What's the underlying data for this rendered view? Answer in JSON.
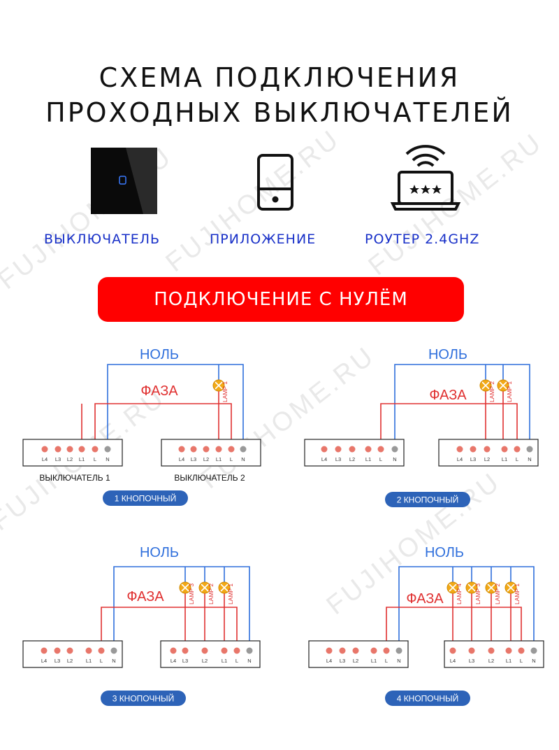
{
  "title": {
    "line1": "СХЕМА ПОДКЛЮЧЕНИЯ",
    "line2": "ПРОХОДНЫХ ВЫКЛЮЧАТЕЛЕЙ"
  },
  "icons": [
    {
      "name": "switch-icon",
      "label": "ВЫКЛЮЧАТЕЛЬ"
    },
    {
      "name": "phone-app-icon",
      "label": "ПРИЛОЖЕНИЕ"
    },
    {
      "name": "wifi-router-icon",
      "label": "РОУТЕР 2.4GHZ"
    }
  ],
  "banner": "ПОДКЛЮЧЕНИЕ С НУЛЁМ",
  "labels": {
    "neutral": "НОЛЬ",
    "phase": "ФАЗА"
  },
  "colors": {
    "neutral": "#2f6fdc",
    "phase": "#e03030",
    "terminal": "#e8766a",
    "neutral_terminal": "#999999",
    "badge": "#2d63b8",
    "banner": "#ff0000",
    "lamp": "#f2a916"
  },
  "watermark": "FUJIHOME.RU",
  "diagrams": [
    {
      "badge": "1 КНОПОЧНЫЙ",
      "switch_labels": [
        "ВЫКЛЮЧАТЕЛЬ 1",
        "ВЫКЛЮЧАТЕЛЬ 2"
      ],
      "terminals": [
        "L4",
        "L3",
        "L2",
        "L1",
        "L",
        "N"
      ],
      "lamps": [
        "LAMP 1"
      ]
    },
    {
      "badge": "2 КНОПОЧНЫЙ",
      "switch_labels": [
        "",
        ""
      ],
      "terminals": [
        "L4",
        "L3",
        "L2",
        "L1",
        "L",
        "N"
      ],
      "lamps": [
        "LAMP 2",
        "LAMP 1"
      ]
    },
    {
      "badge": "3 КНОПОЧНЫЙ",
      "switch_labels": [
        "",
        ""
      ],
      "terminals": [
        "L4",
        "L3",
        "L2",
        "L1",
        "L",
        "N"
      ],
      "lamps": [
        "LAMP 3",
        "LAMP 2",
        "LAMP 1"
      ]
    },
    {
      "badge": "4 КНОПОЧНЫЙ",
      "switch_labels": [
        "",
        ""
      ],
      "terminals": [
        "L4",
        "L3",
        "L2",
        "L1",
        "L",
        "N"
      ],
      "lamps": [
        "LAMP 4",
        "LAMP 3",
        "LAMP 2",
        "LAMP 1"
      ]
    }
  ]
}
